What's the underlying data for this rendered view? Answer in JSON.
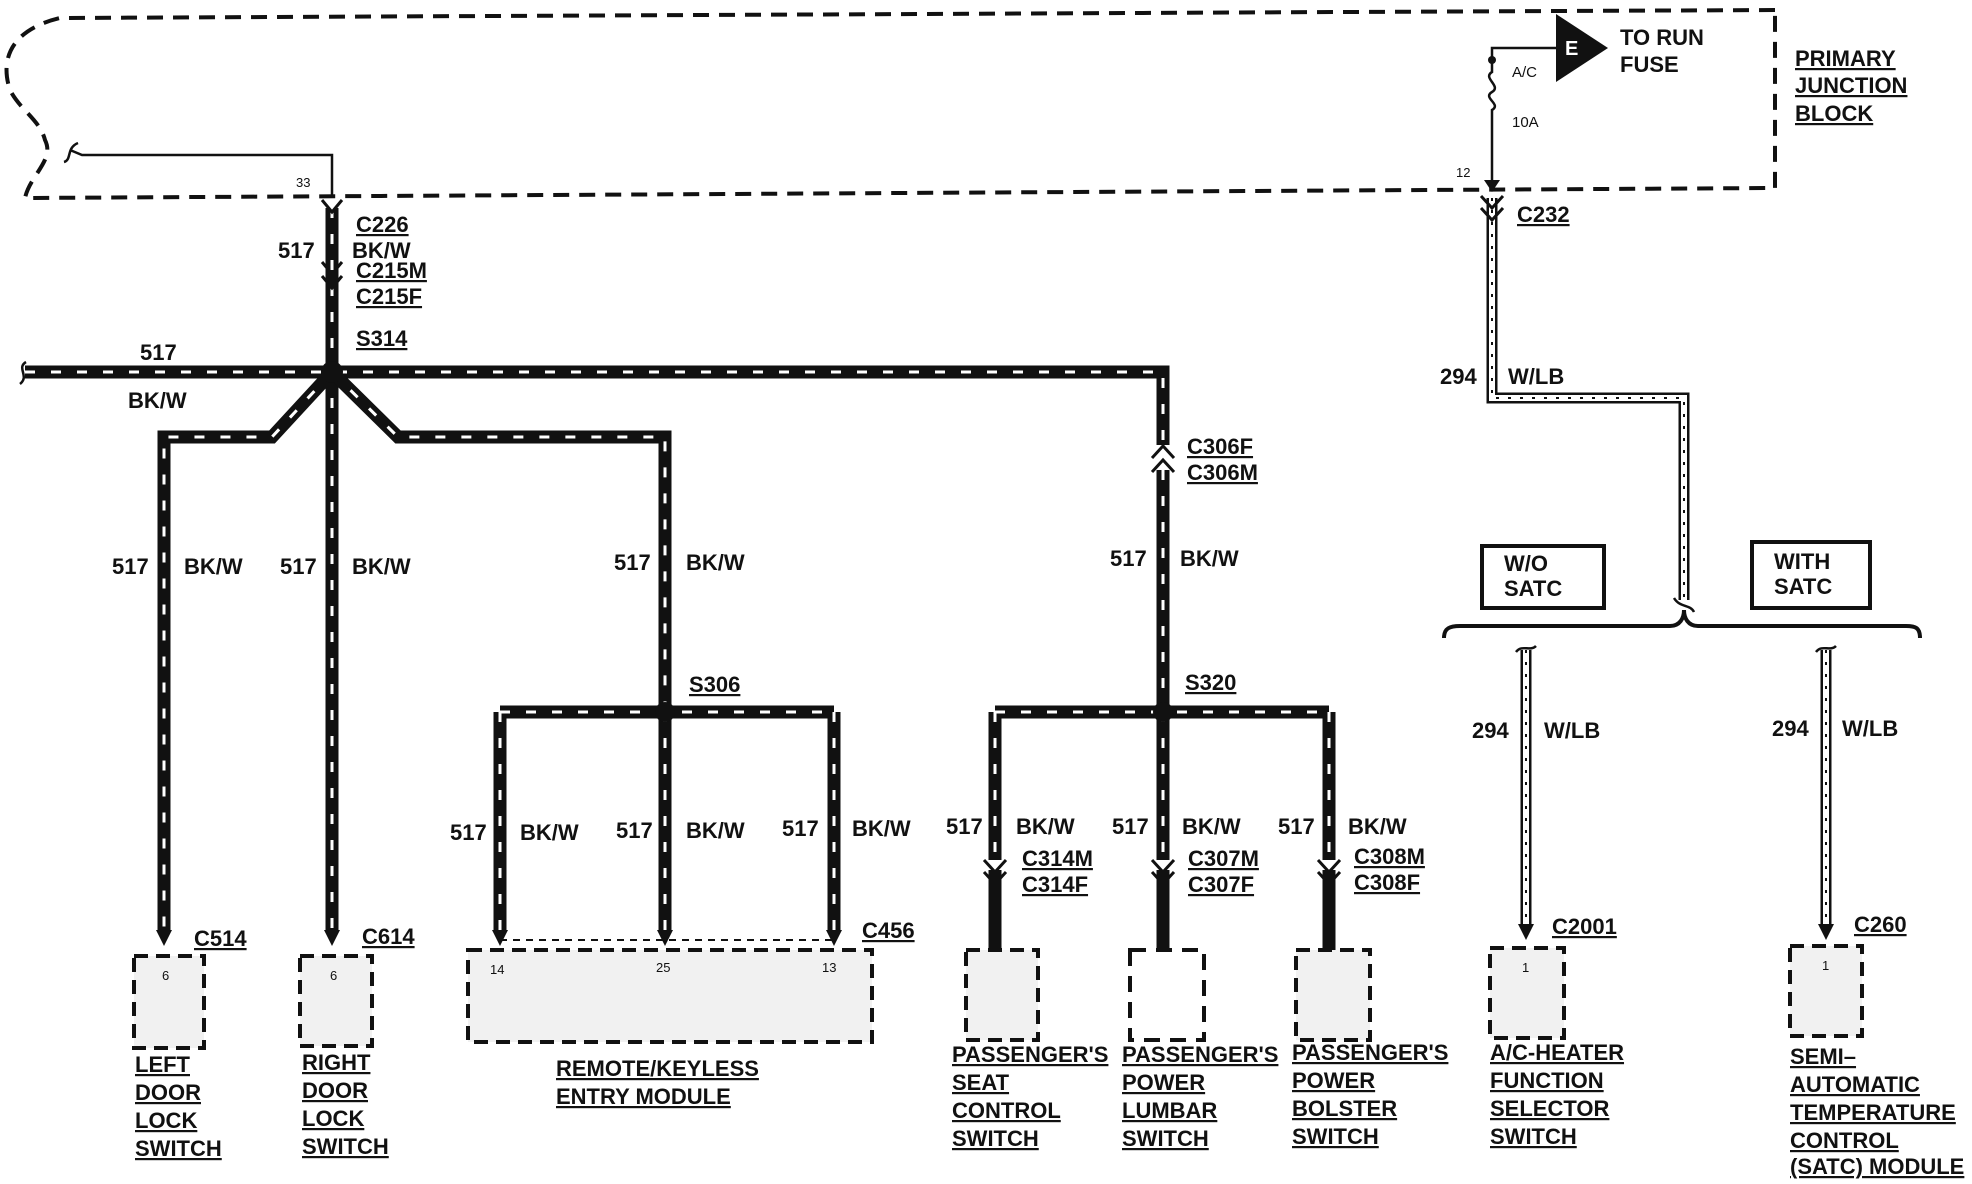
{
  "junction_block": {
    "line1": "PRIMARY",
    "line2": "JUNCTION",
    "line3": "BLOCK"
  },
  "fuse": {
    "letter": "E",
    "line1": "TO RUN",
    "line2": "FUSE",
    "label": "A/C",
    "rating": "10A"
  },
  "pins": {
    "jb_33": "33",
    "jb_12": "12",
    "left_door": "6",
    "right_door": "6",
    "rke_14": "14",
    "rke_25": "25",
    "rke_13": "13",
    "ac_heater": "1",
    "satc": "1"
  },
  "connectors": {
    "c226": "C226",
    "c215m": "C215M",
    "c215f": "C215F",
    "c232": "C232",
    "c306f": "C306F",
    "c306m": "C306M",
    "c314m": "C314M",
    "c314f": "C314F",
    "c307m": "C307M",
    "c307f": "C307F",
    "c308m": "C308M",
    "c308f": "C308F",
    "c514": "C514",
    "c614": "C614",
    "c456": "C456",
    "c2001": "C2001",
    "c260": "C260"
  },
  "splices": {
    "s314": "S314",
    "s306": "S306",
    "s320": "S320"
  },
  "wires": {
    "circuit_517": "517",
    "color_bkw": "BK/W",
    "circuit_294": "294",
    "color_wlb": "W/LB"
  },
  "options": {
    "wo_satc_line1": "W/O",
    "wo_satc_line2": "SATC",
    "with_satc_line1": "WITH",
    "with_satc_line2": "SATC"
  },
  "components": {
    "left_door": [
      "LEFT",
      "DOOR",
      "LOCK",
      "SWITCH"
    ],
    "right_door": [
      "RIGHT",
      "DOOR",
      "LOCK",
      "SWITCH"
    ],
    "rke": [
      "REMOTE/KEYLESS",
      "ENTRY MODULE"
    ],
    "seat": [
      "PASSENGER'S",
      "SEAT",
      "CONTROL",
      "SWITCH"
    ],
    "lumbar": [
      "PASSENGER'S",
      "POWER",
      "LUMBAR",
      "SWITCH"
    ],
    "bolster": [
      "PASSENGER'S",
      "POWER",
      "BOLSTER",
      "SWITCH"
    ],
    "ac_heater": [
      "A/C-HEATER",
      "FUNCTION",
      "SELECTOR",
      "SWITCH"
    ],
    "satc": [
      "SEMI–",
      "AUTOMATIC",
      "TEMPERATURE",
      "CONTROL",
      "(SATC) MODULE"
    ]
  },
  "colors": {
    "ink": "#111111",
    "paper": "#ffffff",
    "component_fill": "#f1f1f1"
  }
}
